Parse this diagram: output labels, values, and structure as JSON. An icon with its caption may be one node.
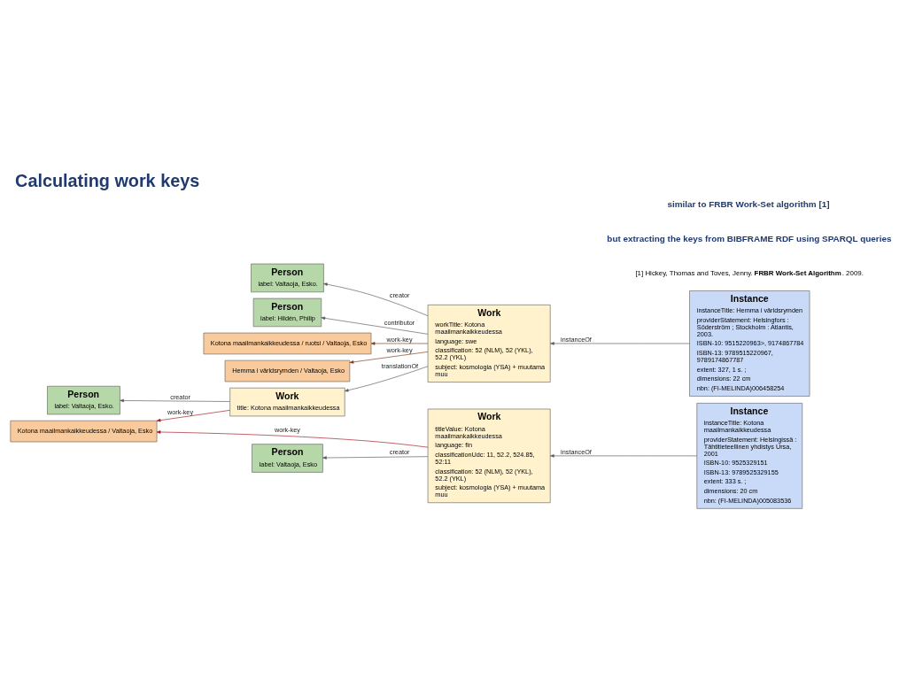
{
  "diagram": {
    "title": "Calculating work keys",
    "nodes": [
      {
        "text": [
          "Person",
          "label: Valtaoja, Esko"
        ]
      },
      {
        "text": [
          "Work",
          "titleValue: Kotona maailmankaikkeudessa",
          "language: fin",
          "classificationUdc: 11, 52.2, 524.85, 52:11",
          "classification: 52 (NLM), 52 (YKL), 52.2 (YKL)",
          "subject: kosmologia (YSA) + muutama muu"
        ]
      },
      {
        "text": [
          "Instance",
          "instanceTitle: Kotona maailmankaikkeudessa",
          "providerStatement: Helsingissä : Tähtitieteellinen yhdistys Ursa, 2001",
          "ISBN-10: 9525329151",
          "ISBN-13: 9789525329155",
          "extent: 333 s. ;",
          "dimensions: 20 cm",
          "nbn: (FI-MELINDA)005083536"
        ]
      },
      {
        "text": [
          "Kotona maailmankaikkeudessa / ruotsi / Valtaoja, Esko"
        ]
      },
      {
        "text": [
          "Kotona maailmankaikkeudessa / Valtaoja, Esko"
        ]
      },
      {
        "text": [
          "Hemma i världsrymden / Valtaoja, Esko"
        ]
      },
      {
        "text": [
          "Person",
          "label: Valtaoja, Esko."
        ]
      },
      {
        "text": [
          "Work",
          "title: Kotona maailmankaikkeudessa"
        ]
      },
      {
        "text": [
          "Work",
          "workTitle: Kotona maailmankaikkeudessa",
          "language: swe",
          "classification: 52 (NLM), 52 (YKL), 52.2 (YKL)",
          "subject: kosmologia (YSA) + muutama muu"
        ]
      },
      {
        "text": [
          "Instance",
          "instanceTitle: Hemma i världsrymden",
          "providerStatement: Helsingfors : Söderström ; Stockholm : Atlantis, 2003.",
          "ISBN-10: 9515220963>, 9174867784",
          "ISBN-13: 9789515220967, 9789174867787",
          "extent: 327, 1 s. ;",
          "dimensions: 22 cm",
          "nbn: (FI-MELINDA)006458254"
        ]
      },
      {
        "text": [
          "Person",
          "label: Valtaoja, Esko."
        ]
      },
      {
        "text": [
          "Person",
          "label: Hildén, Philip"
        ]
      }
    ],
    "edges": [
      {
        "from": 1,
        "to": 0,
        "arrow": "to",
        "label": "creator"
      },
      {
        "from": 2,
        "to": 1,
        "arrow": "to",
        "label": "instanceOf"
      },
      {
        "from": 1,
        "to": 4,
        "arrow": "to",
        "label": "work-key",
        "color": "#a0161e"
      },
      {
        "from": 7,
        "to": 4,
        "arrow": "to",
        "label": "work-key",
        "color": "#a0161e"
      },
      {
        "from": 8,
        "to": 3,
        "arrow": "to",
        "label": "work-key",
        "color": "#7a3a1a"
      },
      {
        "from": 8,
        "to": 5,
        "arrow": "to",
        "label": "work-key",
        "color": "#7a3a1a"
      },
      {
        "from": 7,
        "to": 6,
        "arrow": "to",
        "label": "creator"
      },
      {
        "from": 8,
        "to": 7,
        "arrow": "to",
        "label": "translationOf"
      },
      {
        "from": 8,
        "to": 10,
        "arrow": "to",
        "label": "creator"
      },
      {
        "from": 8,
        "to": 11,
        "arrow": "to",
        "label": "contributor"
      },
      {
        "from": 9,
        "to": 8,
        "arrow": "to",
        "label": "instanceOf"
      }
    ],
    "labels": [
      "similar to FRBR Work-Set algorithm [1]",
      "but extracting the keys from BIBFRAME RDF using SPARQL queries",
      "[1] Hickey, Thomas and Toves, Jenny. **FRBR Work-Set Algorithm**. 2009."
    ]
  }
}
